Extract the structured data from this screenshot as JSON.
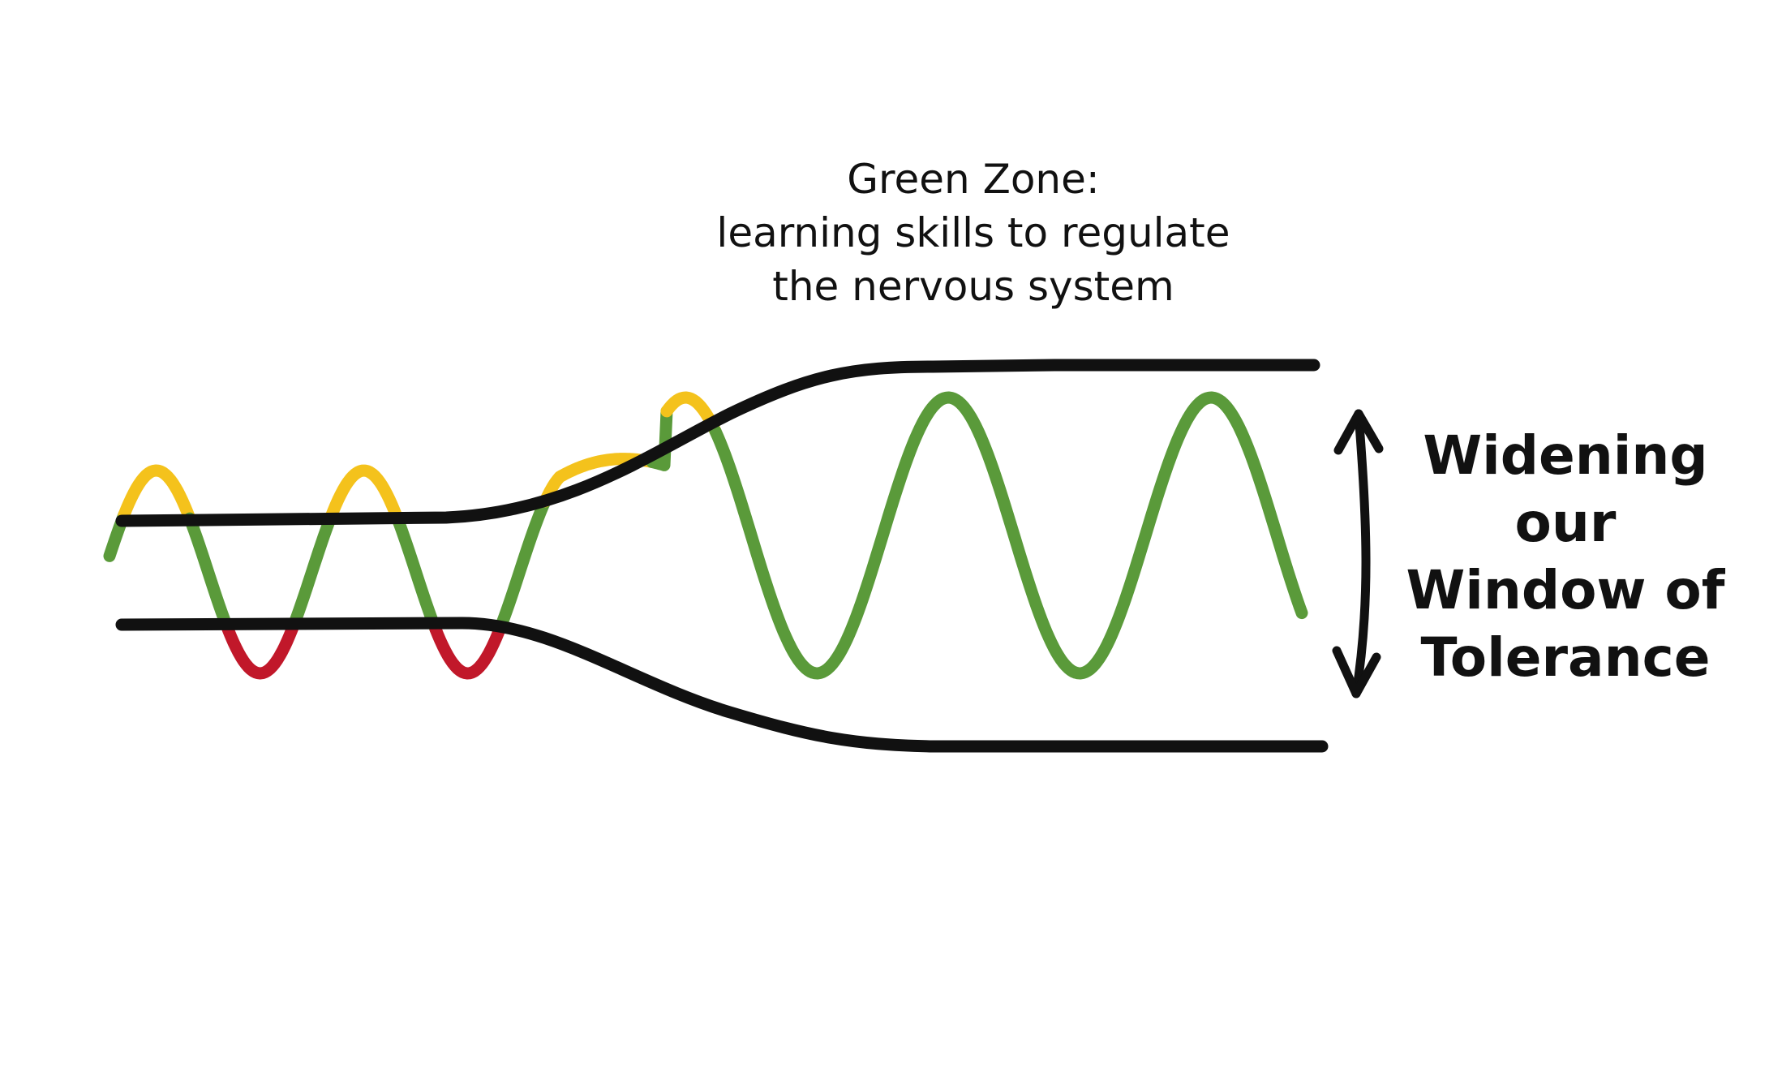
{
  "caption": {
    "line1": "Green Zone:",
    "line2": "learning skills to regulate",
    "line3": "the nervous system"
  },
  "side_label": {
    "line1": "Widening",
    "line2": "our",
    "line3": "Window of",
    "line4": "Tolerance"
  },
  "colors": {
    "boundary": "#111111",
    "green_zone": "#5a9a3a",
    "hyperarousal": "#f4c21c",
    "hypoarousal": "#c1182a",
    "arrow": "#111111"
  },
  "icons": {
    "width_arrow": "double-headed-vertical-arrow"
  }
}
